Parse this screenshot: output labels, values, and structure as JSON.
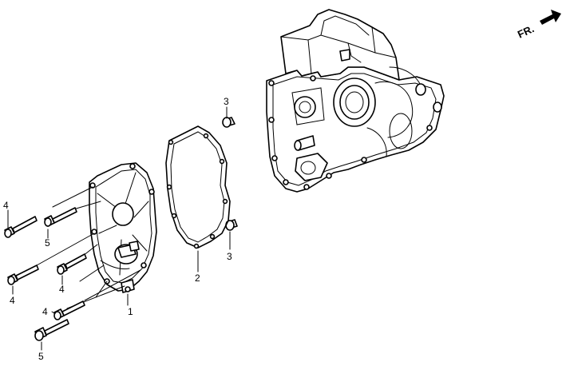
{
  "direction": {
    "label": "FR.",
    "icon": "front-arrow-icon"
  },
  "callouts": [
    {
      "id": "c4a",
      "label": "4"
    },
    {
      "id": "c5a",
      "label": "5"
    },
    {
      "id": "c4b",
      "label": "4"
    },
    {
      "id": "c4c",
      "label": "4"
    },
    {
      "id": "c4d",
      "label": "4"
    },
    {
      "id": "c5b",
      "label": "5"
    },
    {
      "id": "c1",
      "label": "1"
    },
    {
      "id": "c2",
      "label": "2"
    },
    {
      "id": "c3a",
      "label": "3"
    },
    {
      "id": "c3b",
      "label": "3"
    }
  ]
}
